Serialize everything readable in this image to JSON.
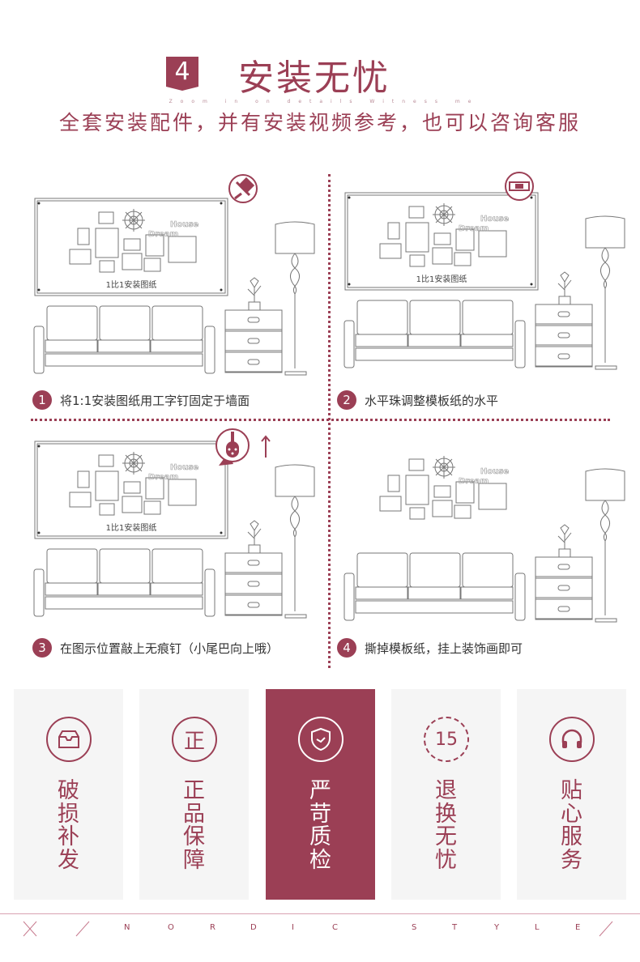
{
  "header": {
    "step": "4",
    "title": "安装无忧",
    "tiny": "Zoom in on details Witness me",
    "subtitle": "全套安装配件，并有安装视频参考，也可以咨询客服"
  },
  "scene_labels": {
    "drawing": "1比1安装图纸",
    "dream": "Dream",
    "house": "House"
  },
  "steps": [
    {
      "n": "1",
      "text": "将1:1安装图纸用工字钉固定于墙面",
      "icon": "pushpin-icon"
    },
    {
      "n": "2",
      "text": "水平珠调整模板纸的水平",
      "icon": "level-icon"
    },
    {
      "n": "3",
      "text": "在图示位置敲上无痕钉（小尾巴向上哦）",
      "icon": "nail-icon"
    },
    {
      "n": "4",
      "text": "撕掉模板纸，挂上装饰画即可",
      "icon": ""
    }
  ],
  "services": [
    {
      "label": "破损补发",
      "icon": "box-icon",
      "glyph": ""
    },
    {
      "label": "正品保障",
      "icon": "genuine-icon",
      "glyph": "正"
    },
    {
      "label": "严苛质检",
      "icon": "shield-icon",
      "glyph": ""
    },
    {
      "label": "退换无忧",
      "icon": "return-15-icon",
      "glyph": "15"
    },
    {
      "label": "贴心服务",
      "icon": "headphones-icon",
      "glyph": ""
    }
  ],
  "footer": {
    "letters": [
      "N",
      "O",
      "R",
      "D",
      "I",
      "C",
      "S",
      "T",
      "Y",
      "L",
      "E"
    ]
  },
  "colors": {
    "accent": "#9b3f55",
    "card": "#f5f5f5"
  }
}
